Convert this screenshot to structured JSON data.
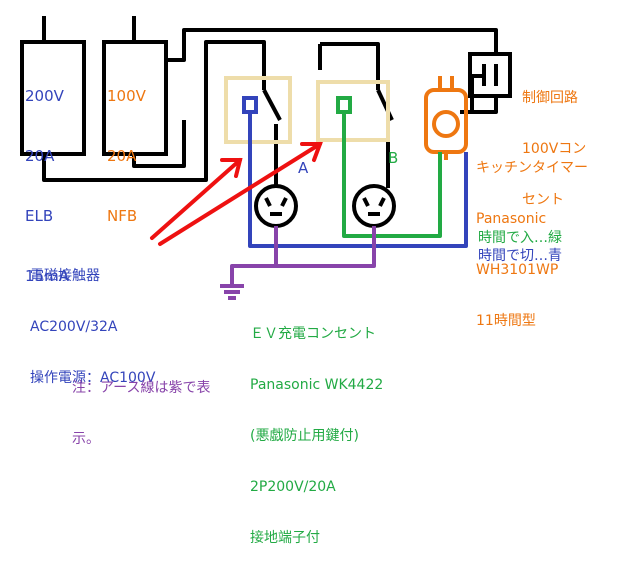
{
  "breaker_elb": {
    "lines": [
      "200V",
      "20A",
      "ELB",
      "15mA"
    ],
    "color": "#3344bb"
  },
  "breaker_nfb": {
    "lines": [
      "100V",
      "20A",
      "NFB"
    ],
    "color": "#ee7711"
  },
  "contactor_a_label": "A",
  "contactor_b_label": "B",
  "control_outlet_label": [
    "制御回路",
    "100Vコン",
    "セント"
  ],
  "timer_label": [
    "キッチンタイマー",
    "Panasonic",
    "WH3101WP",
    "11時間型"
  ],
  "timer_on_label": "時間で入…緑",
  "timer_off_label": "時間で切…青",
  "contactor_label": [
    "電磁接触器",
    "AC200V/32A",
    "操作電源：AC100V"
  ],
  "ev_outlet_label": [
    "ＥＶ充電コンセント",
    "Panasonic WK4422",
    "(悪戯防止用鍵付)",
    "2P200V/20A",
    "接地端子付"
  ],
  "note_label": [
    "注：アース線は紫で表",
    "示。"
  ],
  "colors": {
    "wire": "#000000",
    "timer": "#ee7711",
    "green": "#22aa44",
    "blue": "#3344bb",
    "purple": "#8844aa",
    "red": "#ee1111",
    "contactor": "#eeddaa"
  }
}
